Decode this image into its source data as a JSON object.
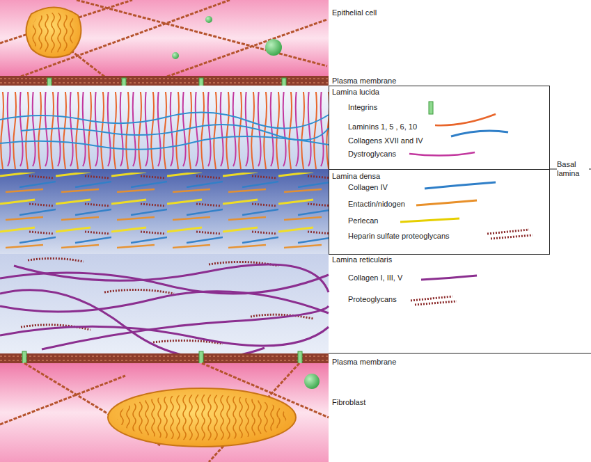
{
  "diagram": {
    "nodes": [
      {
        "text": [
          "Basal lamina"
        ]
      },
      {
        "text": [
          "Lamina lucida"
        ],
        "in": 0
      },
      {
        "text": [
          "Lamina densa"
        ],
        "in": 0
      }
    ],
    "labels": [
      "Epithelial cell",
      "Plasma membrane",
      "Lamina reticularis",
      "Plasma membrane",
      "Fibroblast"
    ],
    "legend": [
      {
        "text": "Integrins"
      },
      {
        "text": "Laminins 1, 5 , 6, 10"
      },
      {
        "text": "Collagens XVII and IV"
      },
      {
        "text": "Dystroglycans"
      },
      {
        "text": "Collagen IV"
      },
      {
        "text": "Entactin/nidogen"
      },
      {
        "text": "Perlecan"
      },
      {
        "text": "Heparin sulfate proteoglycans"
      },
      {
        "text": "Collagen I, III, V"
      },
      {
        "text": "Proteoglycans"
      }
    ]
  }
}
